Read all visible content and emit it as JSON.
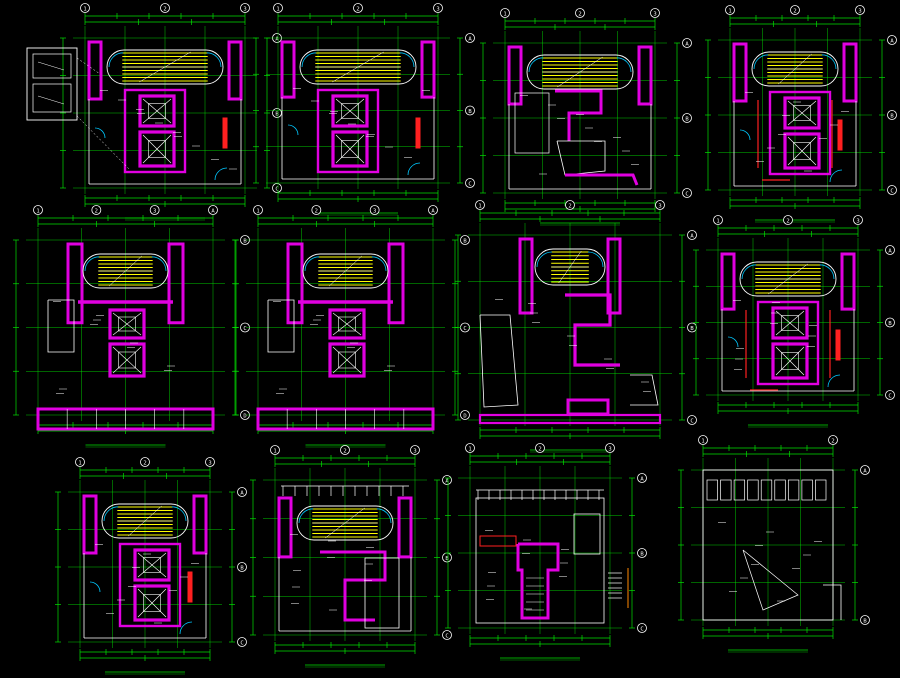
{
  "colors": {
    "background": "#000000",
    "dimension": "#00e000",
    "wall": "#e000e0",
    "stair": "#ffff00",
    "line": "#ffffff",
    "door": "#00c8ff",
    "bubble": "#ffffff",
    "accent": "#ff2020"
  },
  "sheets": [
    {
      "id": "p1",
      "kind": "stair-elev",
      "caption": "",
      "bubbles": [
        "1",
        "2",
        "3",
        "A",
        "B",
        "C"
      ]
    },
    {
      "id": "p2",
      "kind": "stair-elev",
      "caption": "",
      "bubbles": [
        "1",
        "2",
        "3",
        "A",
        "B",
        "C"
      ]
    },
    {
      "id": "p3",
      "kind": "stair-lobby",
      "caption": "",
      "bubbles": [
        "1",
        "2",
        "3",
        "A",
        "B",
        "C"
      ]
    },
    {
      "id": "p4",
      "kind": "stair-elev-red",
      "caption": "",
      "bubbles": [
        "1",
        "2",
        "3",
        "A",
        "B",
        "C"
      ]
    },
    {
      "id": "p5",
      "kind": "wide-base",
      "caption": "",
      "bubbles": [
        "1",
        "2",
        "3",
        "A",
        "B",
        "C",
        "D"
      ]
    },
    {
      "id": "p6",
      "kind": "wide-base",
      "caption": "",
      "bubbles": [
        "1",
        "2",
        "3",
        "A",
        "B",
        "C",
        "D"
      ]
    },
    {
      "id": "p7",
      "kind": "irregular-base",
      "caption": "",
      "bubbles": [
        "1",
        "2",
        "3",
        "A",
        "B",
        "C"
      ]
    },
    {
      "id": "p8",
      "kind": "stair-elev-red",
      "caption": "",
      "bubbles": [
        "1",
        "2",
        "3",
        "A",
        "B",
        "C"
      ]
    },
    {
      "id": "p9",
      "kind": "stair-elev",
      "caption": "",
      "bubbles": [
        "1",
        "2",
        "3",
        "A",
        "B",
        "C"
      ]
    },
    {
      "id": "p10",
      "kind": "roof-stair",
      "caption": "",
      "bubbles": [
        "1",
        "2",
        "3",
        "A",
        "B",
        "C"
      ]
    },
    {
      "id": "p11",
      "kind": "roof-mech",
      "caption": "",
      "bubbles": [
        "1",
        "2",
        "3",
        "A",
        "B",
        "C"
      ]
    },
    {
      "id": "p12",
      "kind": "roof-plan",
      "caption": "",
      "bubbles": [
        "1",
        "2",
        "A",
        "B"
      ]
    }
  ]
}
